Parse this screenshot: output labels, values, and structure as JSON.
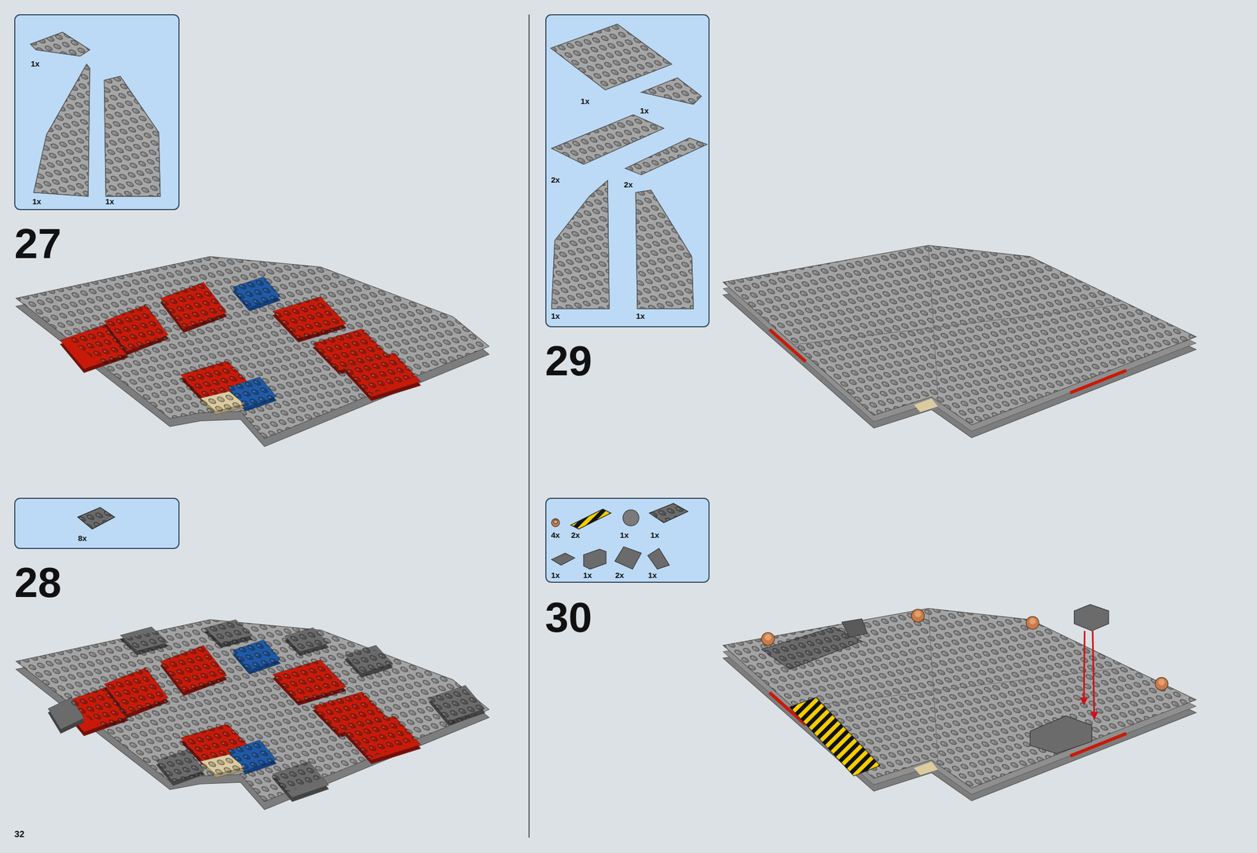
{
  "diagram": {
    "nodes": [
      {
        "text": [
          "1x",
          "1x",
          "1x"
        ]
      },
      {
        "text": [
          "8x"
        ]
      },
      {
        "text": [
          "1x",
          "1x",
          "2x",
          "2x",
          "1x",
          "1x"
        ]
      },
      {
        "text": [
          "4x",
          "2x",
          "1x",
          "1x",
          "1x",
          "1x",
          "2x",
          "1x"
        ]
      }
    ],
    "labels": [
      "27",
      "28",
      "29",
      "30",
      "32"
    ]
  }
}
